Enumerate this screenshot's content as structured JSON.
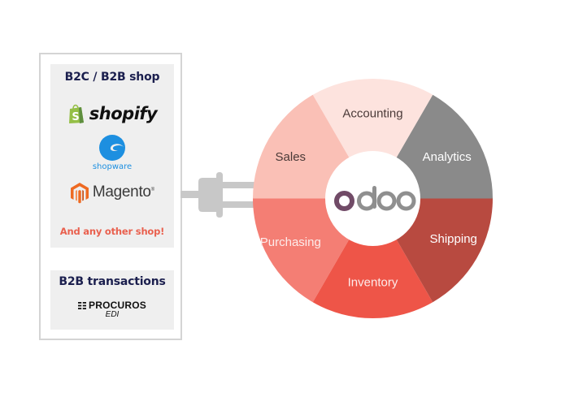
{
  "left_panel": {
    "shops_section": {
      "title": "B2C / B2B shop",
      "logos": [
        {
          "name": "shopify",
          "label": "shopify",
          "icon": "shopify-bag-icon",
          "color": "#95bf47"
        },
        {
          "name": "shopware",
          "label": "shopware",
          "icon": "shopware-swirl-icon",
          "color": "#1d8fe0"
        },
        {
          "name": "magento",
          "label": "Magento",
          "trademark": "®",
          "icon": "magento-hex-icon",
          "color": "#ee6a22"
        }
      ],
      "footer": "And any other shop!"
    },
    "b2b_section": {
      "title": "B2B transactions",
      "logo": {
        "name": "procuros",
        "label": "PROCUROS",
        "sub_label": "EDI",
        "icon": "procuros-lines-icon"
      }
    }
  },
  "connector": {
    "icon": "power-plug-icon",
    "color": "#c8c8c8"
  },
  "wheel": {
    "center_logo": {
      "label": "odoo",
      "colors": {
        "first_o": "#714b67",
        "rest": "#8f8f8f"
      }
    },
    "slices": [
      {
        "label": "Analytics",
        "color": "#8a8a8a",
        "text_color": "#ffffff"
      },
      {
        "label": "Accounting",
        "color": "#fde3de",
        "text_color": "#4a3a38"
      },
      {
        "label": "Sales",
        "color": "#fac0b6",
        "text_color": "#4a3a38"
      },
      {
        "label": "Purchasing",
        "color": "#f47e74",
        "text_color": "#fdeceb"
      },
      {
        "label": "Inventory",
        "color": "#ee5548",
        "text_color": "#fdeceb"
      },
      {
        "label": "Shipping",
        "color": "#b84a40",
        "text_color": "#ffffff"
      }
    ]
  }
}
